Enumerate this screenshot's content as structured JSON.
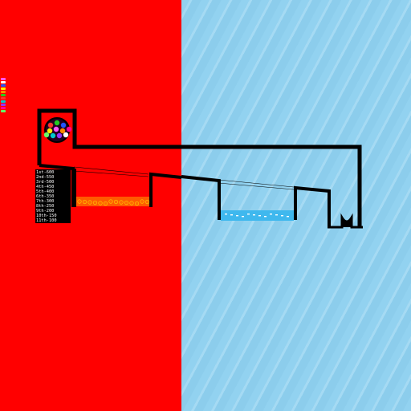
{
  "backgrounds": {
    "left_color": "#ff0000",
    "right_color": "#8fd0ef"
  },
  "scoreboard": {
    "entries": [
      "1st-600",
      "2nd-550",
      "3rd-500",
      "4th-450",
      "5th-400",
      "6th-350",
      "7th-300",
      "8th-250",
      "9th-200",
      "10th-150",
      "11th-100"
    ]
  },
  "marble_colors": [
    "#ff3030",
    "#22cc22",
    "#2255ff",
    "#ffee00",
    "#ff55ff",
    "#ff8800",
    "#00cccc",
    "#9933ff",
    "#ffffff",
    "#66ff66",
    "#ff0099"
  ],
  "side_legend_colors": [
    "#ff55ff",
    "#ffffff",
    "#2255ff",
    "#ffee00",
    "#ff8800",
    "#22cc22",
    "#ff3030",
    "#00cccc",
    "#9933ff",
    "#ff0099",
    "#66ff66"
  ],
  "hazards": {
    "lava_color": "#ff6a00",
    "water_color": "#3fb8ee"
  }
}
